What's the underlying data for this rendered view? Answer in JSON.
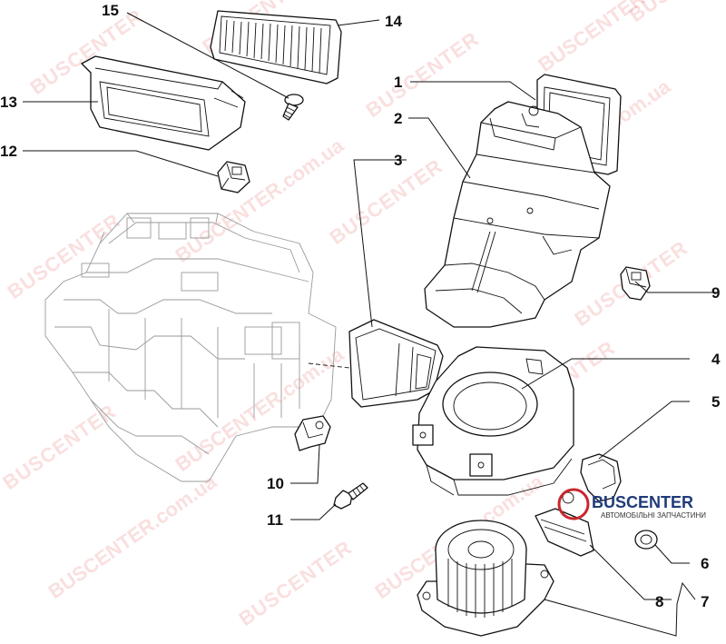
{
  "watermark": {
    "brand": "BUSCENTER",
    "domain_suffix": ".com.ua"
  },
  "logo": {
    "name": "BUSCENTER",
    "tagline": "АВТОМОБІЛЬНІ ЗАПЧАСТИНИ"
  },
  "callouts": [
    "1",
    "2",
    "3",
    "4",
    "5",
    "6",
    "7",
    "8",
    "9",
    "10",
    "11",
    "12",
    "13",
    "14",
    "15"
  ]
}
